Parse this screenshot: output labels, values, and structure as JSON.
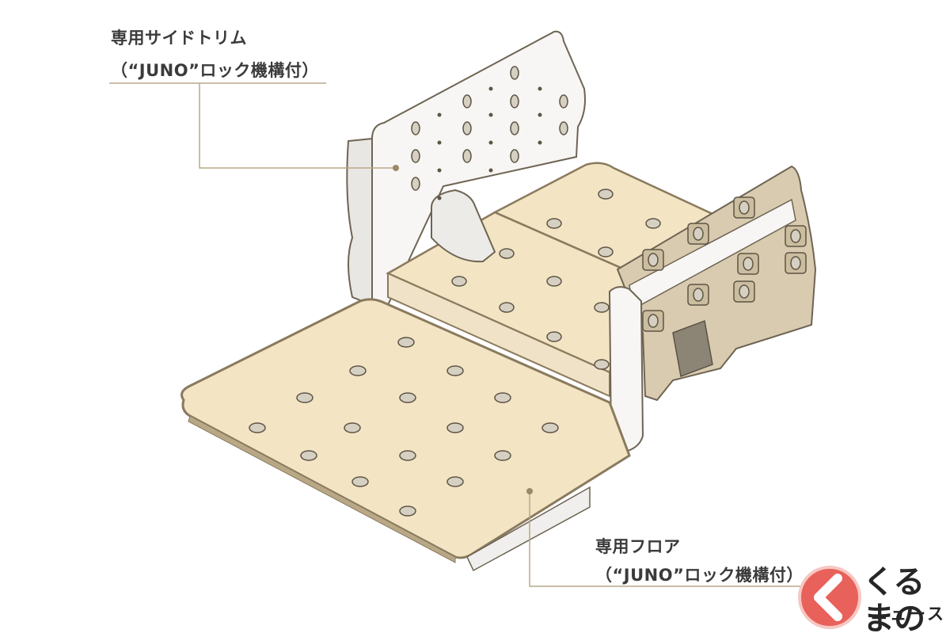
{
  "callouts": {
    "side_trim": {
      "line1": "専用サイドトリム",
      "line2": "（“JUNO”ロック機構付）"
    },
    "floor": {
      "line1": "専用フロア",
      "line2": "（“JUNO”ロック機構付）"
    }
  },
  "logo": {
    "main": "くるまの",
    "sub": "ニュース",
    "mark_color": "#e8615a"
  },
  "colors": {
    "panel": "#f3e4c4",
    "panel_edge": "#8a7a5e",
    "side_board": "#d9cbb0",
    "trim_white": "#f7f6f4",
    "outline": "#6e6453",
    "leader": "#b7a98a"
  }
}
